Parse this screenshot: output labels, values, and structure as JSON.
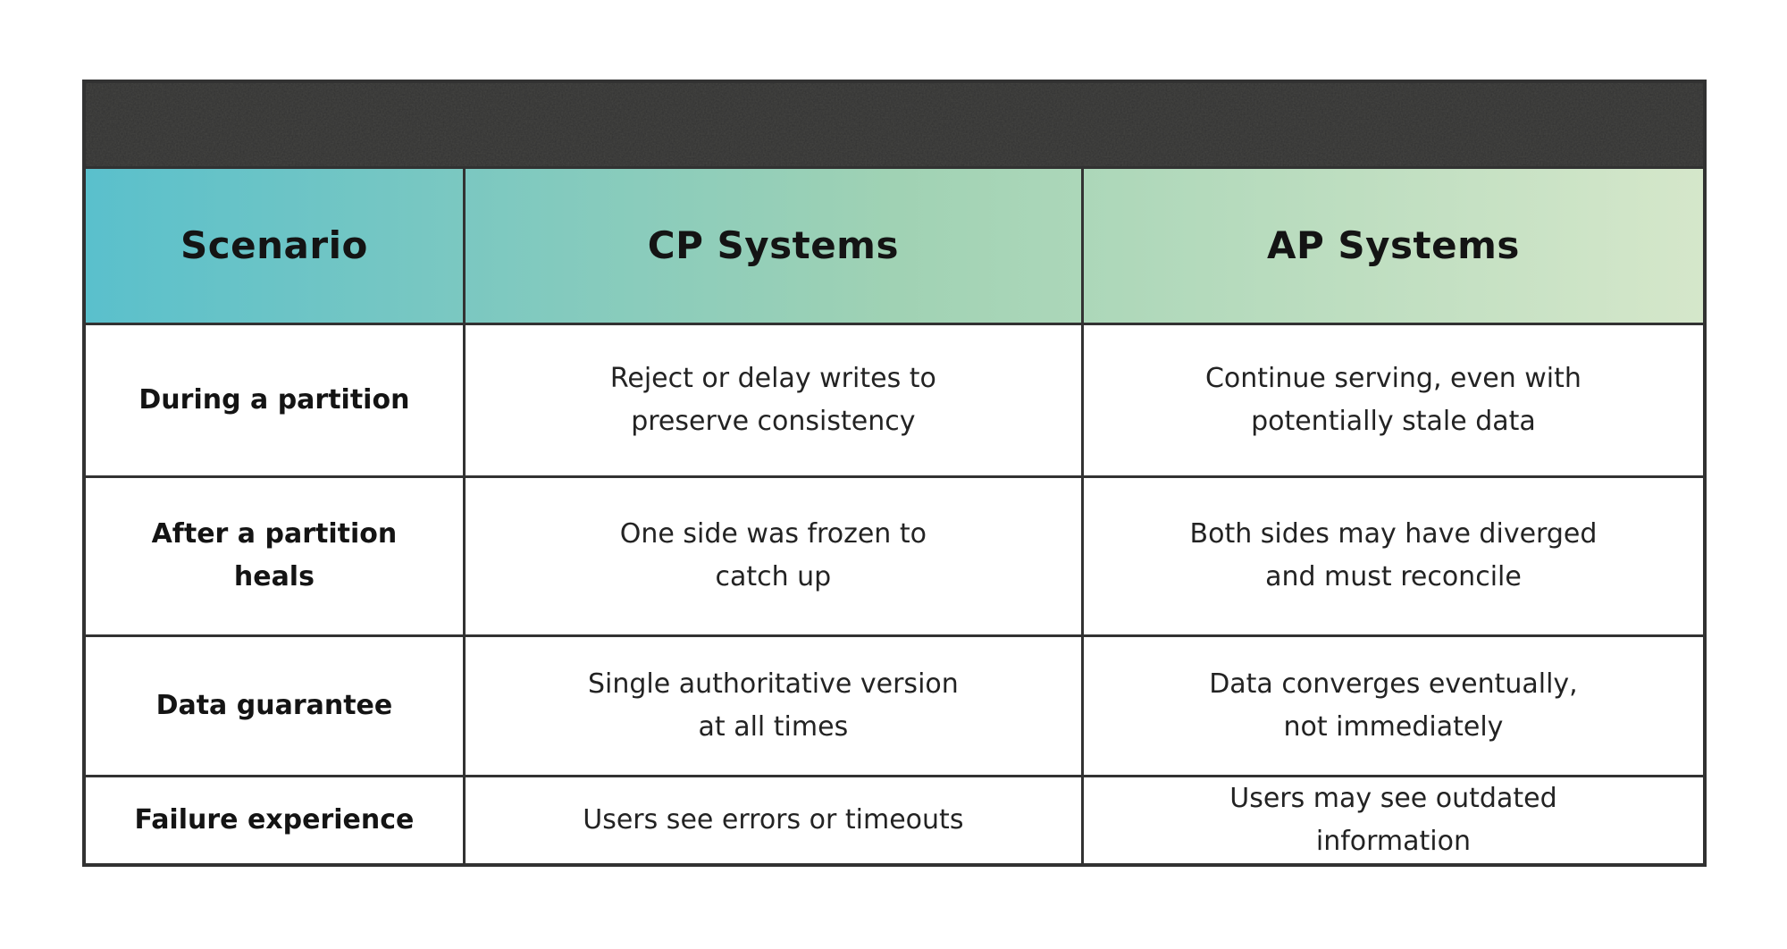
{
  "table": {
    "columns": [
      "Scenario",
      "CP Systems",
      "AP Systems"
    ],
    "rows": [
      {
        "label": [
          "During a partition"
        ],
        "cp": [
          "Reject or delay writes to",
          "preserve consistency"
        ],
        "ap": [
          "Continue serving, even with",
          "potentially stale data"
        ]
      },
      {
        "label": [
          "After a partition",
          "heals"
        ],
        "cp": [
          "One side was frozen to",
          "catch up"
        ],
        "ap": [
          "Both sides may have diverged",
          "and must reconcile"
        ]
      },
      {
        "label": [
          "Data guarantee"
        ],
        "cp": [
          "Single authoritative version",
          "at all times"
        ],
        "ap": [
          "Data converges eventually,",
          "not immediately"
        ]
      },
      {
        "label": [
          "Failure experience"
        ],
        "cp": [
          "Users see errors or timeouts"
        ],
        "ap": [
          "Users may see outdated",
          "information"
        ]
      }
    ]
  },
  "colors": {
    "header_gradient_start": "#5ac0cc",
    "header_gradient_mid": "#a0d2b4",
    "header_gradient_end": "#d5e7ca",
    "grid_border": "#323232",
    "heading_text": "#141414",
    "body_text": "#232323",
    "page_background": "#ffffff"
  }
}
